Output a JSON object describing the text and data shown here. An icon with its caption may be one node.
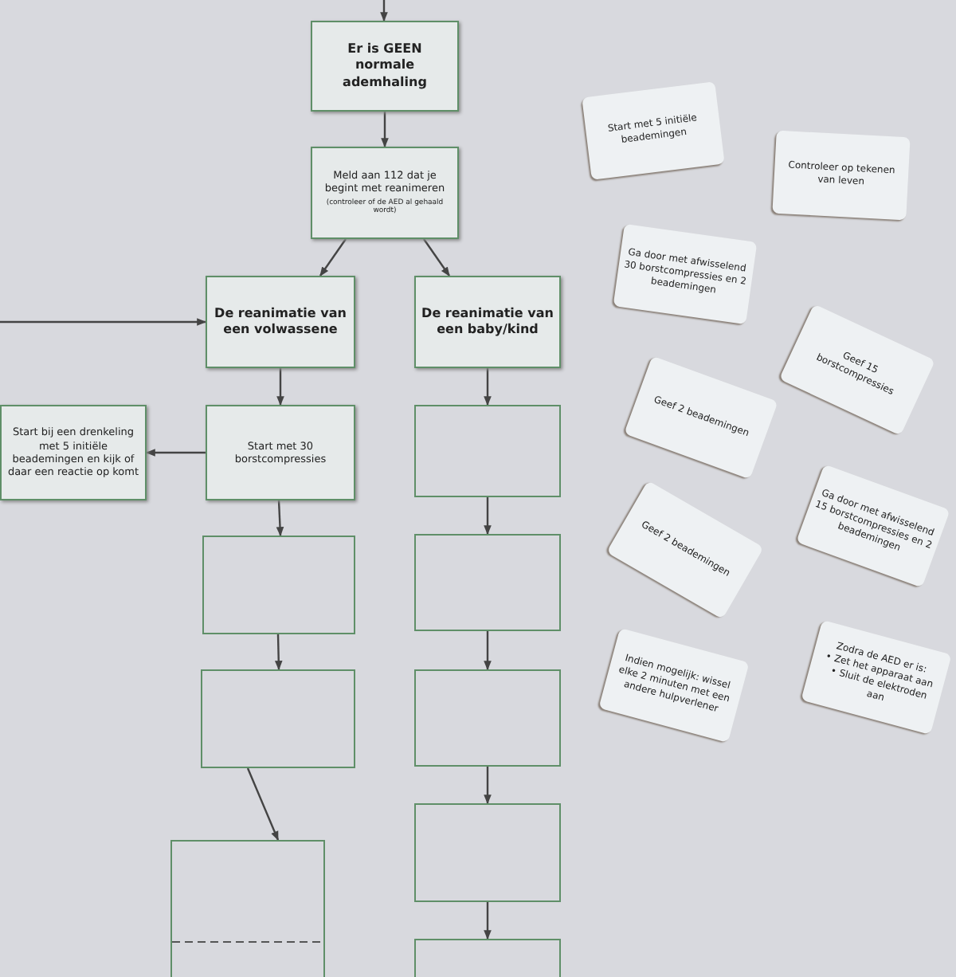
{
  "diagram": {
    "nodes": [
      {
        "text": [
          "Er is GEEN normale ademhaling"
        ]
      },
      {
        "text": [
          "Meld aan 112 dat je begint met reanimeren",
          "(controleer of de AED al gehaald wordt)"
        ]
      },
      {
        "text": [
          "Start met 5 initiële beademingen"
        ]
      },
      {
        "text": [
          "Controleer op tekenen van leven"
        ]
      },
      {
        "text": [
          "De reanimatie van een volwassene"
        ]
      },
      {
        "text": [
          "De reanimatie van een baby/kind"
        ]
      },
      {
        "text": [
          "Ga door met afwisselend 30 borstcompressies en 2 beademingen"
        ]
      },
      {
        "text": [
          "Geef 15 borstcompressies"
        ]
      },
      {
        "text": [
          "Start bij een drenkeling met 5 initiële beademingen en kijk of daar een reactie op komt"
        ]
      },
      {
        "text": [
          "Start met 30 borstcompressies"
        ]
      },
      {
        "text": [],
        "shape": "box"
      },
      {
        "text": [
          "Geef 2 beademingen"
        ]
      },
      {
        "text": [
          "Ga door met afwisselend 15 borstcompressies en 2 beademingen"
        ]
      },
      {
        "text": [],
        "shape": "box"
      },
      {
        "text": [],
        "shape": "box"
      },
      {
        "text": [
          "Geef 2 beademingen"
        ]
      },
      {
        "text": [
          "Indien mogelijk: wissel elke 2 minuten met een andere hulpverlener"
        ]
      },
      {
        "text": [
          "Zodra de AED er is:",
          "• Zet het apparaat aan",
          "• Sluit de elektroden aan"
        ]
      },
      {
        "text": [],
        "shape": "box"
      },
      {
        "text": [],
        "shape": "box"
      },
      {
        "text": [],
        "shape": "box"
      },
      {
        "text": [],
        "shape": "box"
      },
      {
        "text": [],
        "shape": "box"
      }
    ],
    "edges": [
      {
        "from": null,
        "to": 0,
        "arrow": "to"
      },
      {
        "from": 0,
        "to": 1,
        "arrow": "to"
      },
      {
        "from": 1,
        "to": 4,
        "arrow": "to"
      },
      {
        "from": 1,
        "to": 5,
        "arrow": "to"
      },
      {
        "from": null,
        "to": 4,
        "arrow": "to"
      },
      {
        "from": 4,
        "to": 9,
        "arrow": "to"
      },
      {
        "from": 5,
        "to": 10,
        "arrow": "to"
      },
      {
        "from": 9,
        "to": 8,
        "arrow": "to"
      },
      {
        "from": 9,
        "to": 13,
        "arrow": "to"
      },
      {
        "from": 10,
        "to": 14,
        "arrow": "to"
      },
      {
        "from": 13,
        "to": 18,
        "arrow": "to"
      },
      {
        "from": 14,
        "to": 19,
        "arrow": "to"
      },
      {
        "from": 18,
        "to": 20,
        "arrow": "to"
      },
      {
        "from": 19,
        "to": 21,
        "arrow": "to"
      },
      {
        "from": 21,
        "to": 22,
        "arrow": "to"
      }
    ]
  }
}
